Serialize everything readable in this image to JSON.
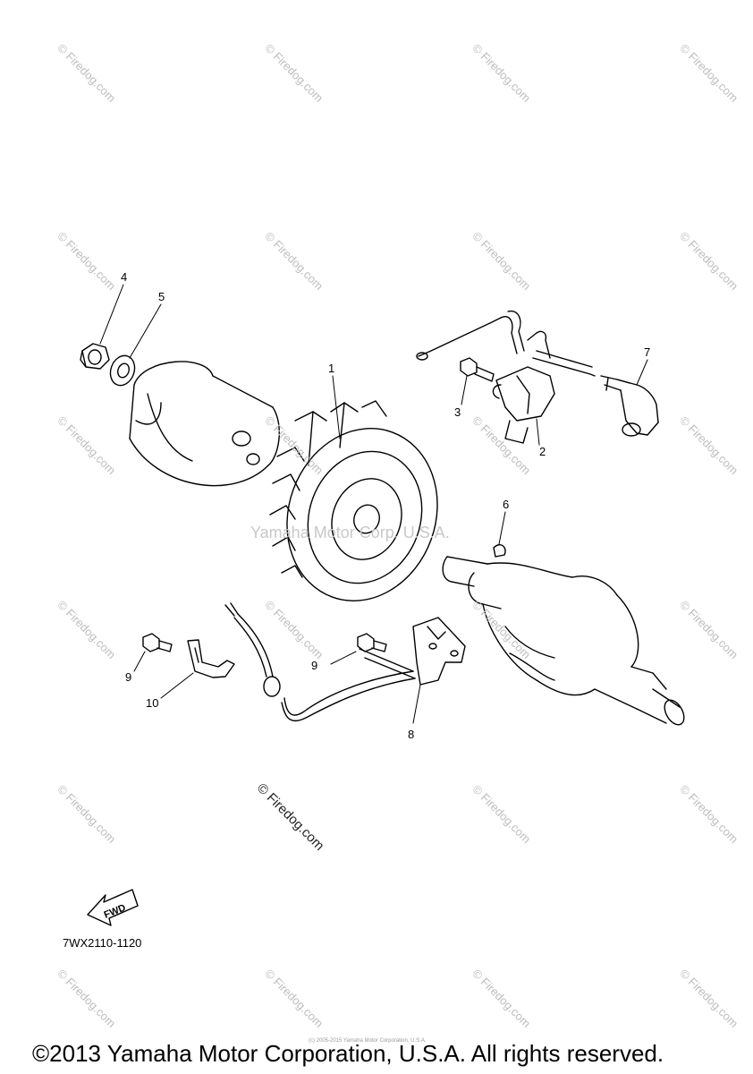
{
  "callouts": [
    "1",
    "2",
    "3",
    "4",
    "5",
    "6",
    "7",
    "8",
    "9",
    "9",
    "10"
  ],
  "watermark_text": "Firedog.com",
  "watermark_copy": "©",
  "watermark_large": "© Firedog.com",
  "center_watermark": "Yamaha Motor Corp. U.S.A.",
  "fine_print": "(c) 2005-2015 Yamaha Motor Corporation, U.S.A.",
  "fwd_label": "FWD",
  "diagram_code": "7WX2110-1120",
  "footer": "©2013 Yamaha Motor Corporation, U.S.A. All rights reserved.",
  "colors": {
    "line": "#000000",
    "watermark": "#bdbdbd"
  }
}
